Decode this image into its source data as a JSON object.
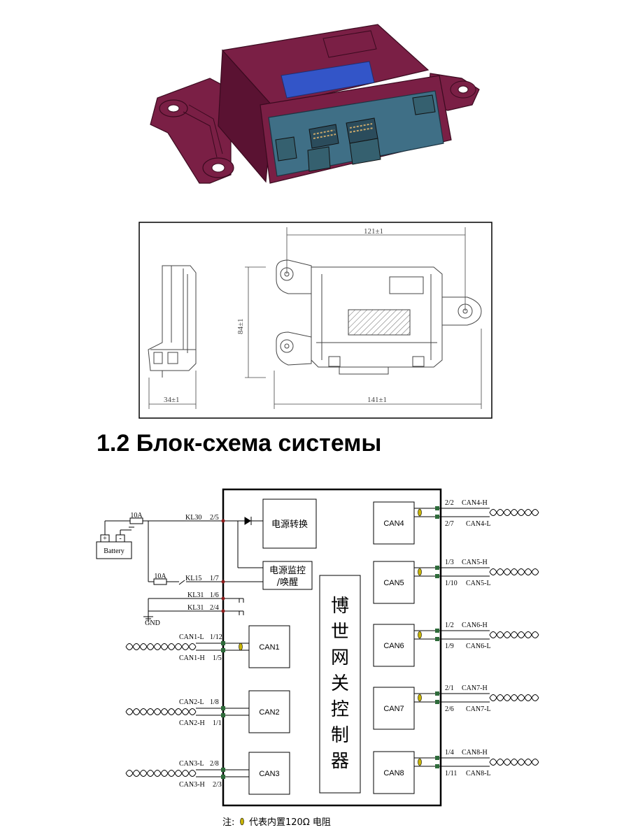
{
  "section": {
    "title": "1.2 Блок-схема системы"
  },
  "drawing": {
    "dim_top": "121±1",
    "dim_height": "84±1",
    "dim_side": "34±1",
    "dim_bottom": "141±1"
  },
  "diagram": {
    "controller_chars": [
      "博",
      "世",
      "网",
      "关",
      "控",
      "制",
      "器"
    ],
    "power_convert": "电源转换",
    "power_monitor_line1": "电源监控",
    "power_monitor_line2": "/唤醒",
    "battery": "Battery",
    "battery_plus": "+",
    "battery_minus": "-",
    "fuse1": "10A",
    "fuse2": "10A",
    "gnd": "GND",
    "left_pins": [
      {
        "name": "KL30",
        "pin": "2/5"
      },
      {
        "name": "KL15",
        "pin": "1/7"
      },
      {
        "name": "KL31",
        "pin": "1/6"
      },
      {
        "name": "KL31",
        "pin": "2/4"
      }
    ],
    "left_can": [
      {
        "label": "CAN1",
        "top_sig": "CAN1-L",
        "top_pin": "1/12",
        "bot_sig": "CAN1-H",
        "bot_pin": "1/5"
      },
      {
        "label": "CAN2",
        "top_sig": "CAN2-L",
        "top_pin": "1/8",
        "bot_sig": "CAN2-H",
        "bot_pin": "1/1"
      },
      {
        "label": "CAN3",
        "top_sig": "CAN3-L",
        "top_pin": "2/8",
        "bot_sig": "CAN3-H",
        "bot_pin": "2/3"
      }
    ],
    "right_can": [
      {
        "label": "CAN4",
        "top_pin": "2/2",
        "top_sig": "CAN4-H",
        "bot_pin": "2/7",
        "bot_sig": "CAN4-L"
      },
      {
        "label": "CAN5",
        "top_pin": "1/3",
        "top_sig": "CAN5-H",
        "bot_pin": "1/10",
        "bot_sig": "CAN5-L"
      },
      {
        "label": "CAN6",
        "top_pin": "1/2",
        "top_sig": "CAN6-H",
        "bot_pin": "1/9",
        "bot_sig": "CAN6-L"
      },
      {
        "label": "CAN7",
        "top_pin": "2/1",
        "top_sig": "CAN7-H",
        "bot_pin": "2/6",
        "bot_sig": "CAN7-L"
      },
      {
        "label": "CAN8",
        "top_pin": "1/4",
        "top_sig": "CAN8-H",
        "bot_pin": "1/11",
        "bot_sig": "CAN8-L"
      }
    ],
    "note_prefix": "注:",
    "note_text": "代表内置120Ω 电阻",
    "colors": {
      "housing": "#7a1f45",
      "housing_dark": "#5a1232",
      "connector": "#3f6f86",
      "label_panel": "#3355c8",
      "wire": "#000000",
      "node": "#8b1a1a",
      "pin_green": "#2e6b3a",
      "resistor": "#c8b400"
    }
  }
}
